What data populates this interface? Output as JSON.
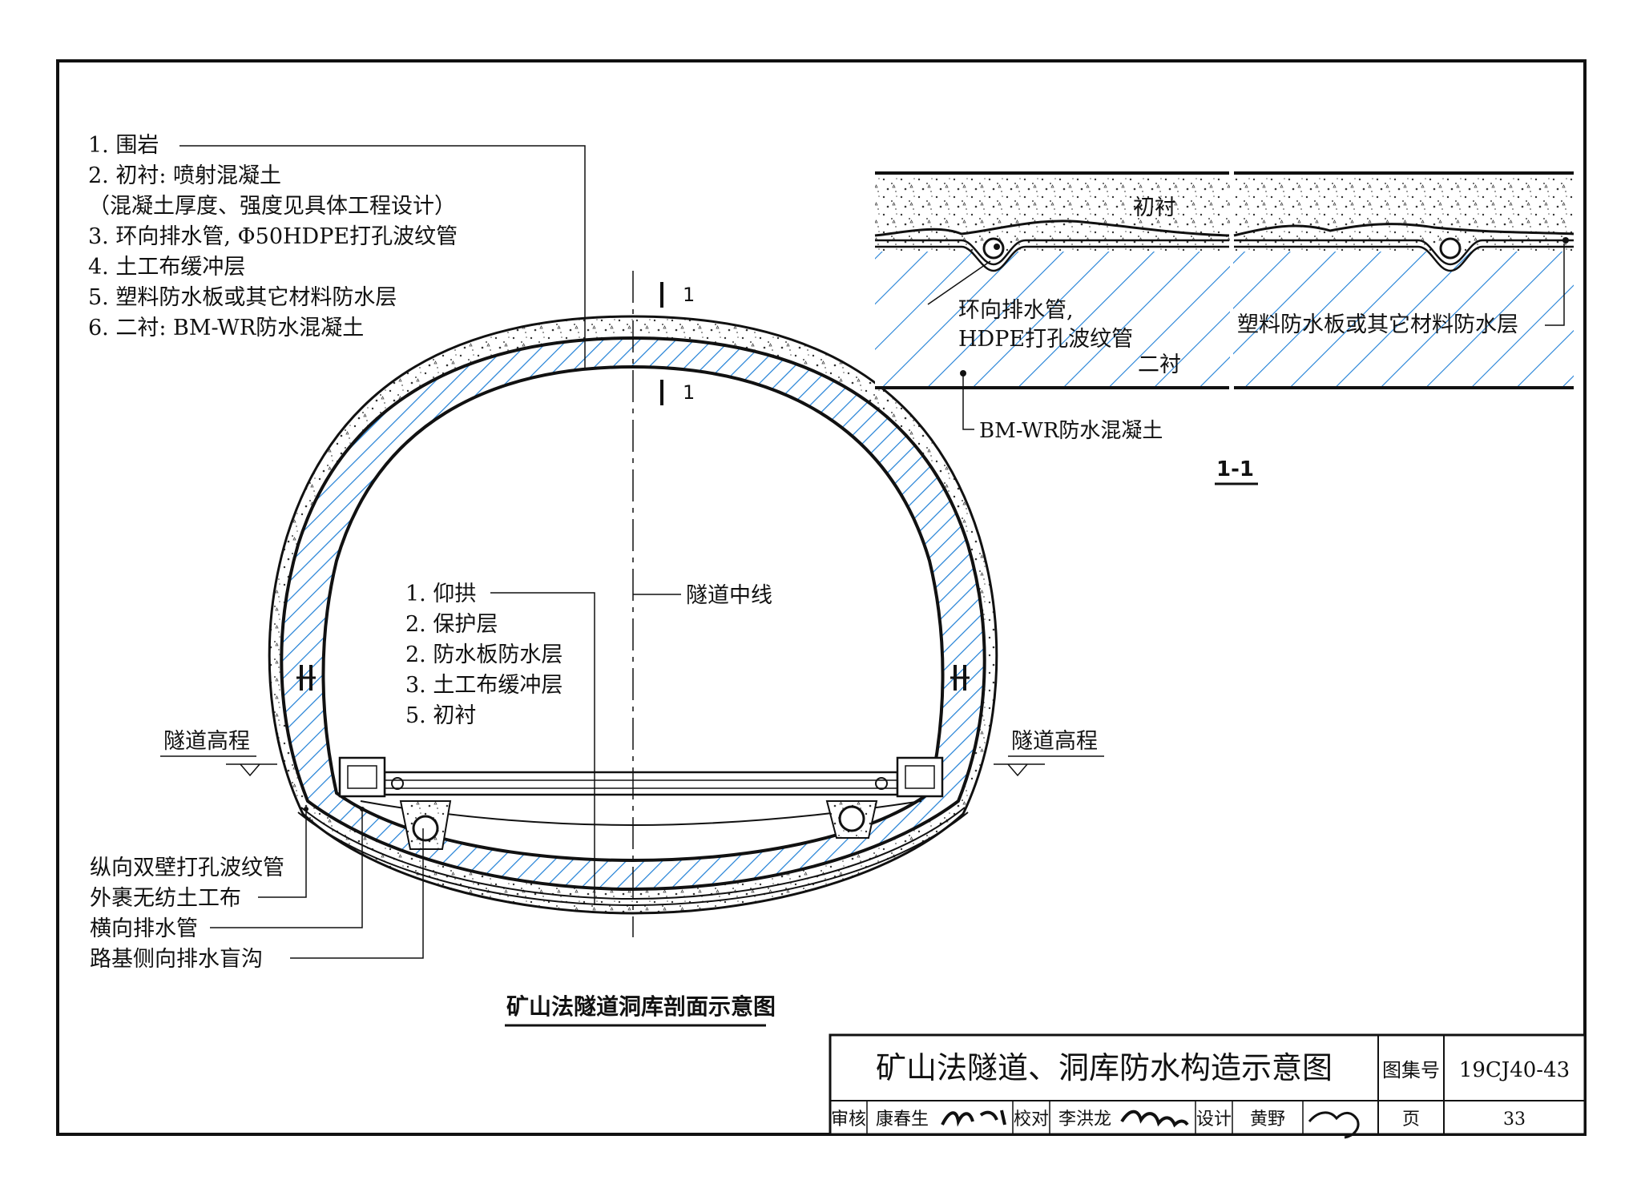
{
  "legend_lining": [
    "1. 围岩",
    "2. 初衬: 喷射混凝土",
    "（混凝土厚度、强度见具体工程设计）",
    "3. 环向排水管, Φ50HDPE打孔波纹管",
    "4. 土工布缓冲层",
    "5. 塑料防水板或其它材料防水层",
    "6. 二衬: BM-WR防水混凝土"
  ],
  "legend_invert": [
    "1. 仰拱",
    "2. 保护层",
    "2. 防水板防水层",
    "3. 土工布缓冲层",
    "5. 初衬"
  ],
  "labels": {
    "tunnel_centerline": "隧道中线",
    "tunnel_elevation": "隧道高程",
    "section_mark": "1",
    "section_title": "1-1",
    "main_caption": "矿山法隧道洞库剖面示意图"
  },
  "bottom_callouts": [
    "纵向双壁打孔波纹管",
    "外裹无纺土工布",
    "横向排水管",
    "路基侧向排水盲沟"
  ],
  "detail": {
    "primary": "初衬",
    "secondary": "二衬",
    "pipe_line1": "环向排水管,",
    "pipe_line2": "HDPE打孔波纹管",
    "membrane": "塑料防水板或其它材料防水层",
    "concrete": "BM-WR防水混凝土"
  },
  "title_block": {
    "title": "矿山法隧道、洞库防水构造示意图",
    "atlas_label": "图集号",
    "atlas_no": "19CJ40-43",
    "review_label": "审核",
    "reviewer": "康春生",
    "check_label": "校对",
    "checker": "李洪龙",
    "design_label": "设计",
    "designer": "黄野",
    "page_label": "页",
    "page_no": "33"
  },
  "colors": {
    "hatch": "#1f7fd6",
    "line": "#111111"
  }
}
